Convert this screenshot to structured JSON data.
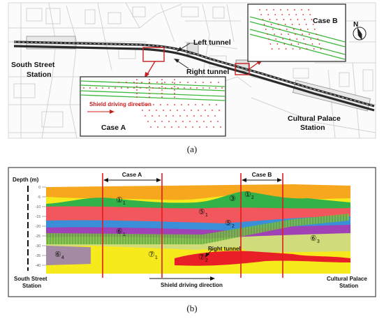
{
  "panel_a": {
    "labels": {
      "left_tunnel": "Left tunnel",
      "right_tunnel": "Right tunnel",
      "south_station_1": "South Street",
      "south_station_2": "Station",
      "cultural_station_1": "Cultural Palace",
      "cultural_station_2": "Station",
      "north": "N",
      "case_a": "Case A",
      "case_b": "Case B",
      "shield_direction": "Shield driving direction"
    },
    "caption": "(a)"
  },
  "panel_b": {
    "depth_label": "Depth (m)",
    "depth_ticks": [
      "0",
      "-5",
      "-10",
      "-15",
      "-20",
      "-25",
      "-30",
      "-35",
      "-40"
    ],
    "case_a": "Case A",
    "case_b": "Case B",
    "right_tunnel": "Right tunnel",
    "south_station_1": "South Street",
    "south_station_2": "Station",
    "cultural_station_1": "Cultural Palace",
    "cultural_station_2": "Station",
    "shield_direction": "Shield driving direction",
    "layers": {
      "l1_1": {
        "base": "①",
        "sub": "1"
      },
      "l1_2": {
        "base": "①",
        "sub": "2"
      },
      "l3": {
        "base": "③",
        "sub": ""
      },
      "l5_1": {
        "base": "⑤",
        "sub": "1"
      },
      "l5_2": {
        "base": "⑤",
        "sub": "2"
      },
      "l6_1": {
        "base": "⑥",
        "sub": "1"
      },
      "l6_3": {
        "base": "⑥",
        "sub": "3"
      },
      "l6_4": {
        "base": "⑥",
        "sub": "4"
      },
      "l7_1": {
        "base": "⑦",
        "sub": "1"
      },
      "l7_2": {
        "base": "⑦",
        "sub": "2"
      }
    },
    "caption": "(b)"
  },
  "colors": {
    "orange": "#f6a71d",
    "yellow": "#f7ea1c",
    "green": "#34b24a",
    "salmon": "#f2575e",
    "blue": "#3a8fd8",
    "purple": "#a042b5",
    "mauve": "#a58aa3",
    "lime": "#d0dc7a",
    "red": "#e91f27",
    "tunnel": "#7bbf4b",
    "caseline": "#e31a1c"
  }
}
